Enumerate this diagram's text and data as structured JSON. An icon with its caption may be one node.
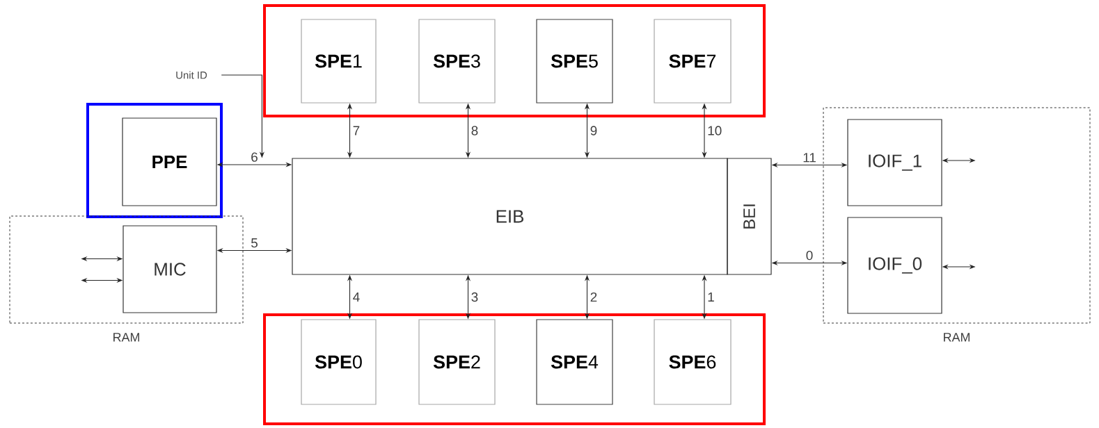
{
  "diagram": {
    "nodes": [
      {
        "text": [],
        "shape": "box"
      },
      {
        "text": [
          "**SPE**1"
        ],
        "in": 0
      },
      {
        "text": [
          "**SPE**3"
        ],
        "in": 0
      },
      {
        "text": [
          "**SPE**5"
        ],
        "in": 0
      },
      {
        "text": [
          "**SPE**7"
        ],
        "in": 0
      },
      {
        "text": [],
        "shape": "box"
      },
      {
        "text": [
          "PPE"
        ],
        "in": 5
      },
      {
        "text": [
          "Unit ID"
        ]
      },
      {
        "text": [
          "RAM"
        ]
      },
      {
        "text": [
          "MIC"
        ],
        "in": 8
      },
      {
        "text": [
          "EIB"
        ]
      },
      {
        "text": [
          "BEI"
        ]
      },
      {
        "text": [
          "RAM"
        ]
      },
      {
        "text": [
          "IOIF_1"
        ],
        "in": 12
      },
      {
        "text": [
          "IOIF_0"
        ],
        "in": 12
      },
      {
        "text": [],
        "shape": "box"
      },
      {
        "text": [
          "**SPE**0"
        ],
        "in": 15
      },
      {
        "text": [
          "**SPE**2"
        ],
        "in": 15
      },
      {
        "text": [
          "**SPE**4"
        ],
        "in": 15
      },
      {
        "text": [
          "**SPE**6"
        ],
        "in": 15
      }
    ],
    "edges": [
      {
        "from": 1,
        "to": 10,
        "arrow": "both",
        "label": "7"
      },
      {
        "from": 2,
        "to": 10,
        "arrow": "both",
        "label": "8"
      },
      {
        "from": 3,
        "to": 10,
        "arrow": "both",
        "label": "9"
      },
      {
        "from": 4,
        "to": 10,
        "arrow": "both",
        "label": "10"
      },
      {
        "from": 7,
        "to": 10,
        "arrow": "to"
      },
      {
        "from": 6,
        "to": 10,
        "arrow": "both",
        "label": "6"
      },
      {
        "from": 9,
        "to": 10,
        "arrow": "both",
        "label": "5"
      },
      {
        "from": 11,
        "to": 13,
        "arrow": "both",
        "label": "11"
      },
      {
        "from": 11,
        "to": 14,
        "arrow": "both",
        "label": "0"
      },
      {
        "from": null,
        "to": 9,
        "arrow": "both"
      },
      {
        "from": null,
        "to": 9,
        "arrow": "both"
      },
      {
        "from": 13,
        "to": null,
        "arrow": "both"
      },
      {
        "from": 14,
        "to": null,
        "arrow": "both"
      },
      {
        "from": 16,
        "to": 10,
        "arrow": "both",
        "label": "4"
      },
      {
        "from": 17,
        "to": 10,
        "arrow": "both",
        "label": "3"
      },
      {
        "from": 18,
        "to": 10,
        "arrow": "both",
        "label": "2"
      },
      {
        "from": 19,
        "to": 10,
        "arrow": "both",
        "label": "1"
      }
    ]
  }
}
